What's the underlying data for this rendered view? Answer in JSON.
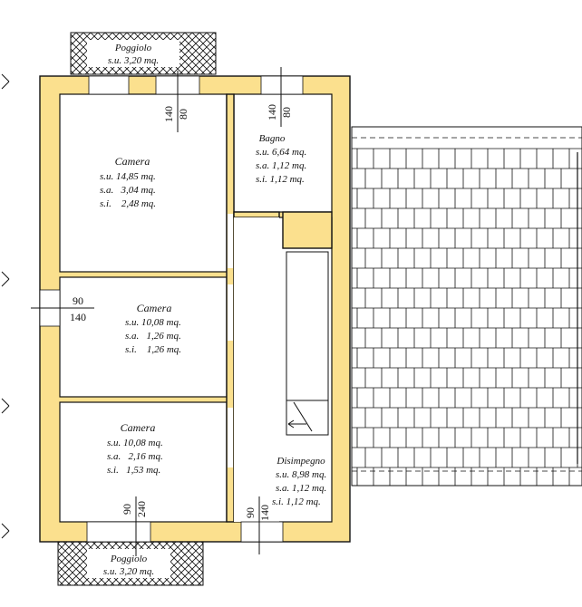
{
  "balcony_top": {
    "title": "Poggiolo",
    "area": "s.u. 3,20 mq."
  },
  "balcony_bottom": {
    "title": "Poggiolo",
    "area": "s.u. 3,20 mq."
  },
  "rooms": {
    "camera_1": {
      "title": "Camera",
      "l1": "s.u. 14,85 mq.",
      "l2": "s.a.   3,04 mq.",
      "l3": "s.i.    2,48 mq."
    },
    "bagno": {
      "title": "Bagno",
      "l1": "s.u. 6,64 mq.",
      "l2": "s.a. 1,12 mq.",
      "l3": "s.i. 1,12 mq."
    },
    "camera_2": {
      "title": "Camera",
      "l1": "s.u. 10,08 mq.",
      "l2": "s.a.   1,26 mq.",
      "l3": "s.i.    1,26 mq."
    },
    "camera_3": {
      "title": "Camera",
      "l1": "s.u. 10,08 mq.",
      "l2": "s.a.   2,16 mq.",
      "l3": "s.i.   1,53 mq."
    },
    "disimpegno": {
      "title": "Disimpegno",
      "l1": "s.u. 8,98 mq.",
      "l2": "s.a. 1,12 mq.",
      "l3": "s.i. 1,12 mq."
    }
  },
  "openings": {
    "top_left": {
      "a": "80",
      "b": "140"
    },
    "top_right": {
      "a": "80",
      "b": "140"
    },
    "left": {
      "a": "90",
      "b": "140"
    },
    "bottom_left": {
      "a": "90",
      "b": "240"
    },
    "bottom_right": {
      "a": "90",
      "b": "140"
    }
  },
  "colors": {
    "wall": "#fbe08e",
    "line": "#111111"
  }
}
